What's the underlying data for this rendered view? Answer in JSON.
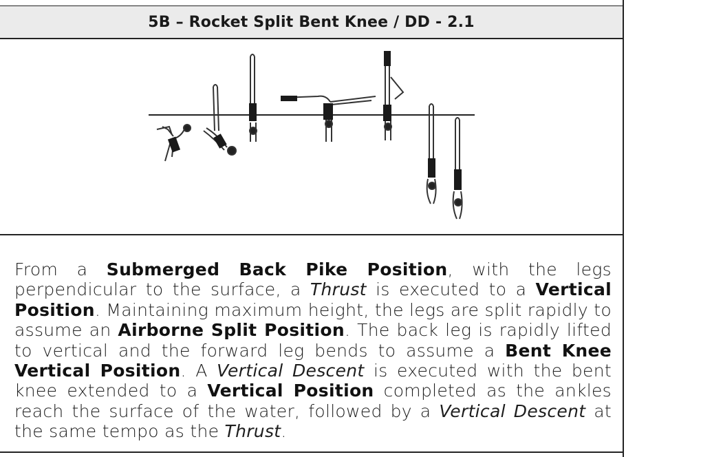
{
  "element": {
    "title": "5B – Rocket Split Bent Knee / DD - 2.1"
  },
  "figure": {
    "icon": "swimmer-figure-sequence-illustration"
  },
  "description": [
    {
      "text": "From a ",
      "style": "normal"
    },
    {
      "text": "Submerged Back Pike Position",
      "style": "bold"
    },
    {
      "text": ", with the legs perpendicular to the surface, a ",
      "style": "normal"
    },
    {
      "text": "Thrust",
      "style": "italic"
    },
    {
      "text": " is executed to a ",
      "style": "normal"
    },
    {
      "text": "Vertical Position",
      "style": "bold"
    },
    {
      "text": ". Maintaining maximum height, the legs are split rapidly to assume an ",
      "style": "normal"
    },
    {
      "text": "Airborne Split Position",
      "style": "bold"
    },
    {
      "text": ". The back leg is rapidly lifted to vertical and the forward leg bends to assume a ",
      "style": "normal"
    },
    {
      "text": "Bent Knee Vertical Position",
      "style": "bold"
    },
    {
      "text": ". A ",
      "style": "normal"
    },
    {
      "text": "Vertical Descent",
      "style": "italic"
    },
    {
      "text": " is executed with the bent knee extended to a ",
      "style": "normal"
    },
    {
      "text": "Vertical Position",
      "style": "bold"
    },
    {
      "text": " completed as the ankles reach the surface of the water, followed by a ",
      "style": "normal"
    },
    {
      "text": "Vertical Descent",
      "style": "italic"
    },
    {
      "text": " at the same tempo as the ",
      "style": "normal"
    },
    {
      "text": "Thrust",
      "style": "italic"
    },
    {
      "text": ".",
      "style": "normal"
    }
  ]
}
